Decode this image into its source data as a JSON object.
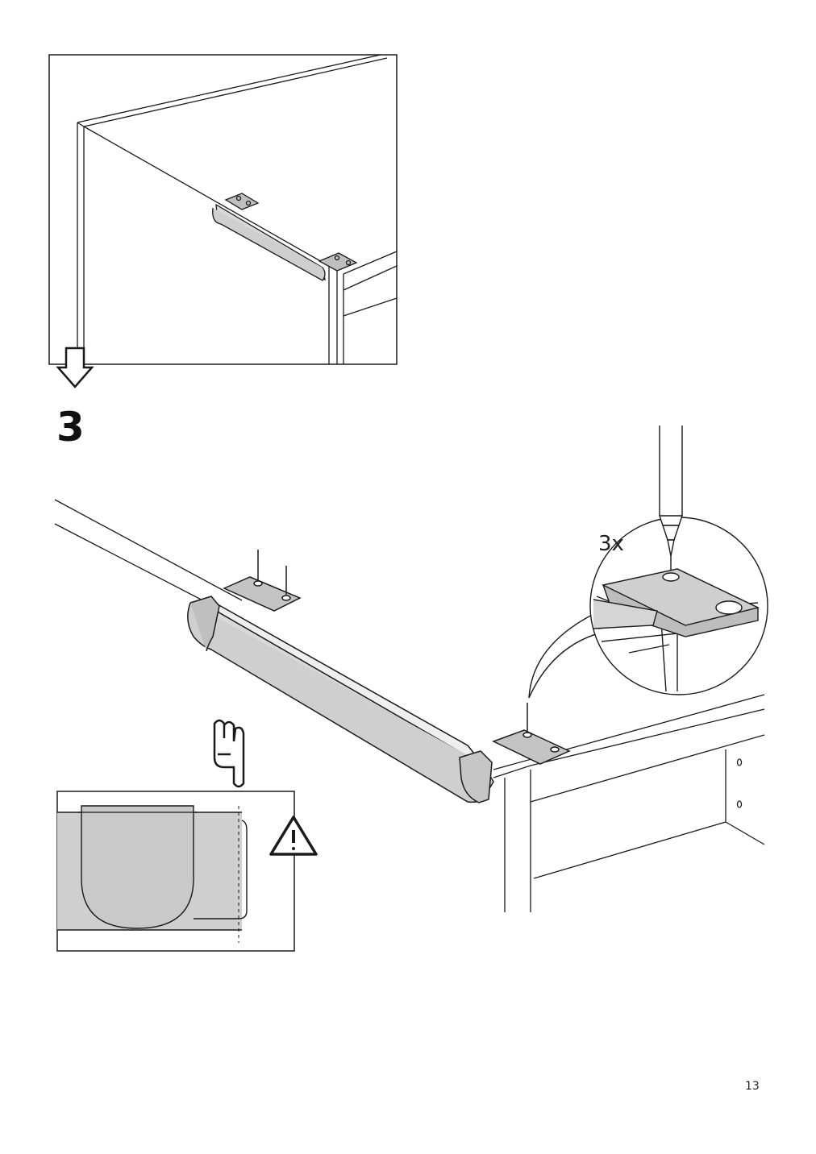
{
  "step": {
    "number": "3"
  },
  "detail": {
    "count": "3x"
  },
  "footer": {
    "page_number": "13"
  },
  "icons": {
    "arrow": "down-arrow-icon",
    "hand": "pointing-hand-icon",
    "warning": "warning-triangle-icon",
    "screwdriver": "screwdriver-icon"
  },
  "colors": {
    "line": "#1a1a1a",
    "part_fill": "#d9d9d9",
    "part_shade": "#bfbfbf"
  }
}
